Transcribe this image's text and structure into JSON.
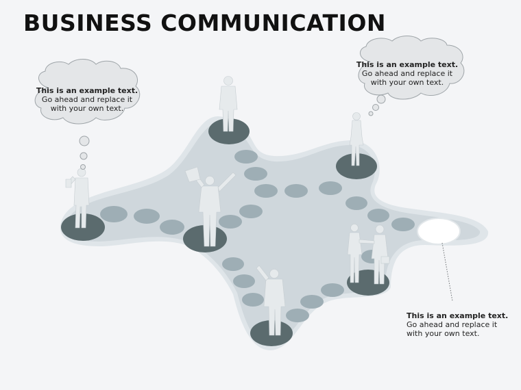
{
  "title": "BUSINESS COMMUNICATION",
  "notes": [
    {
      "heading": "This is an example text.",
      "line1": "Go ahead and replace it",
      "line2": "with your own text."
    },
    {
      "heading": "This is an example text.",
      "line1": "Go ahead and replace it",
      "line2": "with your own text."
    },
    {
      "heading": "This is an example text.",
      "line1": "Go ahead and replace it",
      "line2": "with your own text."
    }
  ],
  "colors": {
    "background": "#f4f5f7",
    "platform": "#cfd7dc",
    "platform_edge": "#dfe5e9",
    "path_disc": "#9eaeb5",
    "node_disc": "#5b6b6e",
    "figure": "#e6eaec",
    "cloud": "#e4e6e8",
    "cloud_stroke": "#9ea4a8",
    "text": "#222222",
    "title": "#111111",
    "highlight_node": "#ffffff"
  },
  "icons": [
    "person-figure",
    "thought-cloud",
    "handshake-figures",
    "empty-node"
  ]
}
